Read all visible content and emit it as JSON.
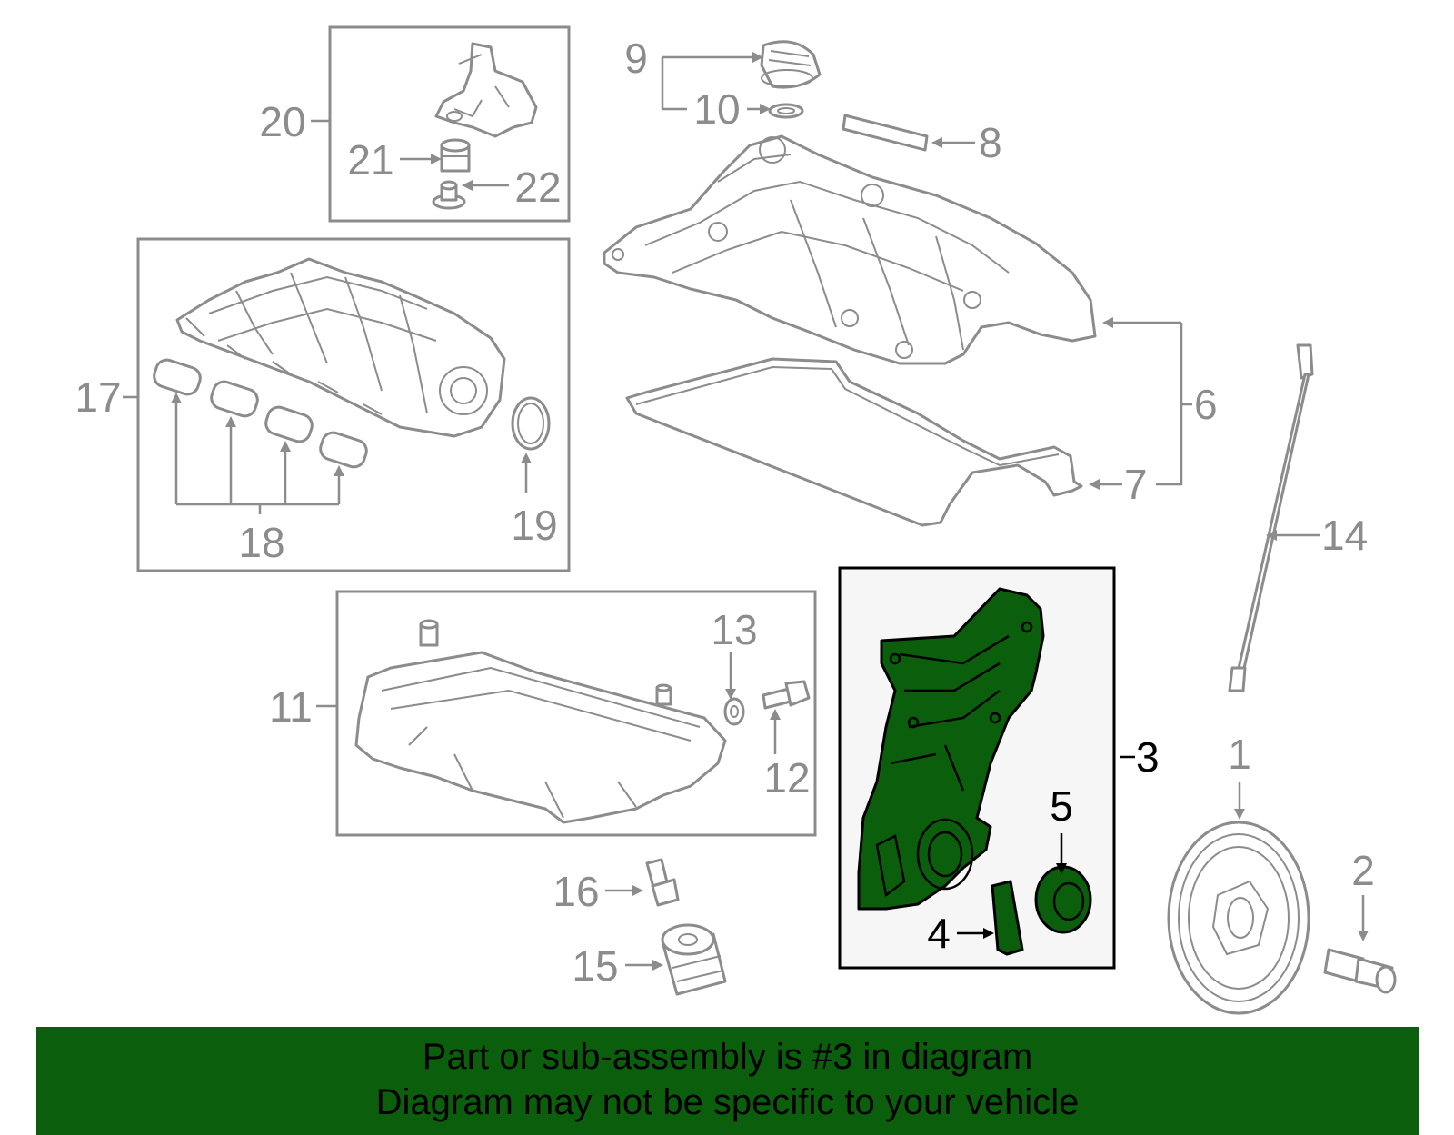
{
  "callouts": {
    "c1": "1",
    "c2": "2",
    "c3": "3",
    "c4": "4",
    "c5": "5",
    "c6": "6",
    "c7": "7",
    "c8": "8",
    "c9": "9",
    "c10": "10",
    "c11": "11",
    "c12": "12",
    "c13": "13",
    "c14": "14",
    "c15": "15",
    "c16": "16",
    "c17": "17",
    "c18": "18",
    "c19": "19",
    "c20": "20",
    "c21": "21",
    "c22": "22"
  },
  "highlighted_part": "3",
  "colors": {
    "highlight": "#0b5e0b",
    "line_art": "#8c8c8c",
    "active": "#000000"
  },
  "banner": {
    "line1": "Part or sub-assembly is #3 in diagram",
    "line2": "Diagram may not be specific to your vehicle"
  }
}
